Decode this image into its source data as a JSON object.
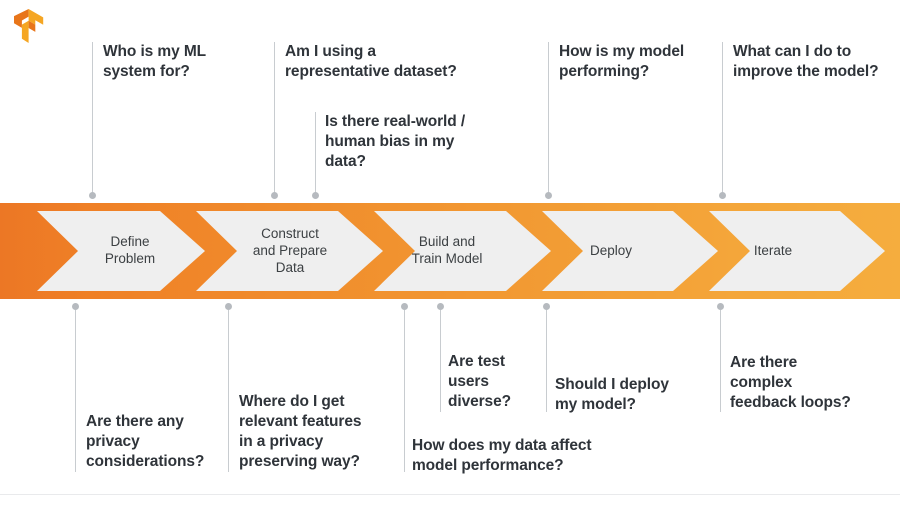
{
  "logo": {
    "name": "tensorflow-logo",
    "color_light": "#F5A623",
    "color_dark": "#E8751A"
  },
  "banner": {
    "gradient_from": "#EC7725",
    "gradient_to": "#F5AD3E",
    "chevron_fill": "#EFEFEF",
    "steps": [
      {
        "id": "define-problem",
        "label": "Define\nProblem"
      },
      {
        "id": "construct-prepare-data",
        "label": "Construct\nand Prepare\nData"
      },
      {
        "id": "build-train-model",
        "label": "Build and\nTrain Model"
      },
      {
        "id": "deploy",
        "label": "Deploy"
      },
      {
        "id": "iterate",
        "label": "Iterate"
      }
    ]
  },
  "callouts_top": [
    {
      "id": "who-is-my-ml-system-for",
      "text": "Who is my ML\nsystem for?"
    },
    {
      "id": "am-i-using-a-representative-dataset",
      "text": "Am I using a\nrepresentative dataset?"
    },
    {
      "id": "is-there-real-world-human-bias",
      "text": "Is there real-world /\nhuman bias in my\ndata?"
    },
    {
      "id": "how-is-my-model-performing",
      "text": "How is my model\nperforming?"
    },
    {
      "id": "what-can-i-do-to-improve-the-model",
      "text": "What can I do to\nimprove the model?"
    }
  ],
  "callouts_bottom": [
    {
      "id": "are-there-any-privacy-considerations",
      "text": "Are there any\nprivacy\nconsiderations?"
    },
    {
      "id": "where-do-i-get-relevant-features",
      "text": "Where do I get\nrelevant features\nin a privacy\npreserving way?"
    },
    {
      "id": "how-does-my-data-affect-model-performance",
      "text": "How does my data affect\nmodel performance?"
    },
    {
      "id": "are-test-users-diverse",
      "text": "Are test\nusers\ndiverse?"
    },
    {
      "id": "should-i-deploy-my-model",
      "text": "Should I deploy\nmy model?"
    },
    {
      "id": "are-there-complex-feedback-loops",
      "text": "Are there\ncomplex\nfeedback loops?"
    }
  ],
  "text_color": "#2F343A",
  "connector_color": "#C8CCD0"
}
